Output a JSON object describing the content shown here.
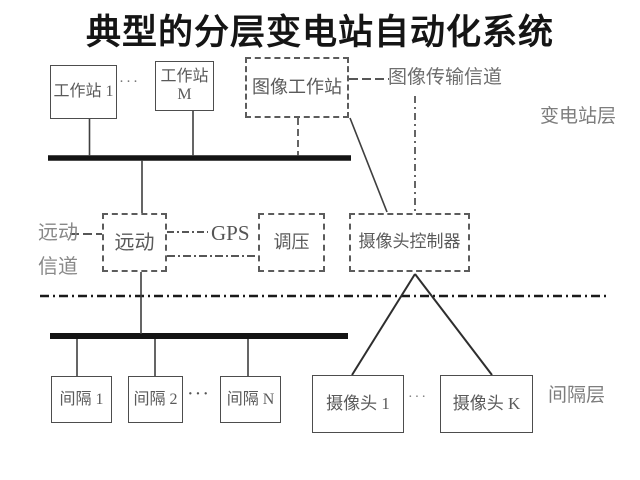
{
  "title": "典型的分层变电站自动化系统",
  "nodes": {
    "workstation1": "工作站 1",
    "workstationM": "工作站 M",
    "image_workstation": "图像工作站",
    "telecontrol": "远动",
    "voltage_regulation": "调压",
    "camera_controller": "摄像头控制器",
    "bay1": "间隔 1",
    "bay2": "间隔 2",
    "bayN": "间隔 N",
    "camera1": "摄像头 1",
    "cameraK": "摄像头 K"
  },
  "labels": {
    "image_transmission_channel": "图像传输信道",
    "station_layer": "变电站层",
    "bay_layer": "间隔层",
    "telecontrol_channel_line1": "远动",
    "telecontrol_channel_line2": "信道",
    "gps": "GPS",
    "ellipsis_workstations": "···",
    "ellipsis_bays": "···",
    "ellipsis_cameras": "···"
  },
  "colors": {
    "background": "#ffffff",
    "title_text": "#151515",
    "box_border": "#4d4d4d",
    "box_text": "#5a5a5a",
    "label_text": "#7d7d7d",
    "bus_line": "#141414",
    "connector_line": "#3f3f3f"
  }
}
